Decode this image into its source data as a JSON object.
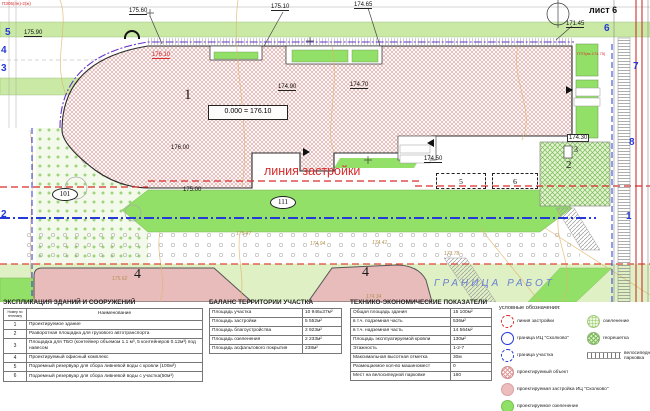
{
  "sheet": {
    "sheet_label": "лист 6",
    "corner_stamp": "ПЗ05(пн)-2(ж)"
  },
  "plan": {
    "building_line_text": "линия застройки",
    "work_boundary_text": "ГРАНИЦА  РАБОТ",
    "zero_mark": "0.000 = 176.10",
    "red_note": "ПТП(вх.174.75)",
    "axes_left": [
      "5",
      "4",
      "3",
      "2"
    ],
    "axes_right": [
      "6",
      "7",
      "8",
      "1"
    ],
    "elevations": [
      {
        "text": "175.90"
      },
      {
        "text": "175.60"
      },
      {
        "text": "175.10"
      },
      {
        "text": "174.65"
      },
      {
        "text": "171.45"
      },
      {
        "text": "176.10"
      },
      {
        "text": "174.90"
      },
      {
        "text": "174.70"
      },
      {
        "text": "176.00"
      },
      {
        "text": "175.00"
      },
      {
        "text": "174.50"
      },
      {
        "text": "174.30"
      }
    ],
    "contours": [
      "175.47",
      "175.62",
      "174.94",
      "174.41",
      "173.78",
      "174.34"
    ],
    "area_numbers": {
      "building": "1",
      "turning": "2",
      "tbo": "3",
      "office_a": "4",
      "office_b": "4",
      "reservoir_roof": "5",
      "reservoir_site": "6"
    },
    "point_101": "101",
    "point_111": "111"
  },
  "explication": {
    "title": "ЭКСПЛИКАЦИЯ ЗДАНИЙ И СООРУЖЕНИЙ",
    "col_num": "Номер по генплану",
    "col_name": "Наименование",
    "rows": [
      {
        "num": "1",
        "name": "Проектируемое здание"
      },
      {
        "num": "2",
        "name": "Разворотная площадка для грузового автотранспорта"
      },
      {
        "num": "3",
        "name": "Площадка для ТБО (контейнер объемом 1.1 м³, 5 контейнеров 0.12м³) под навесом"
      },
      {
        "num": "4",
        "name": "Проектируемый офисный комплекс"
      },
      {
        "num": "5",
        "name": "Подземный резервуар для сбора ливневой воды с кровли (100м³)"
      },
      {
        "num": "6",
        "name": "Подземный резервуар для сбора ливневой воды с участка(50м³)"
      }
    ]
  },
  "balance": {
    "title": "БАЛАНС ТЕРРИТОРИИ УЧАСТКА",
    "rows": [
      {
        "label": "Площадь участка",
        "value": "10 946±37м²"
      },
      {
        "label": "Площадь застройки",
        "value": "5 552м²"
      },
      {
        "label": "Площадь благоустройства",
        "value": "2 923м²"
      },
      {
        "label": "Площадь озеленения",
        "value": "2 233м²"
      },
      {
        "label": "Площадь асфальтового покрытия",
        "value": "238м²"
      }
    ]
  },
  "tep": {
    "title": "ТЕХНИКО-ЭКОНОМИЧЕСКИЕ ПОКАЗАТЕЛИ",
    "rows": [
      {
        "label": "Общая площадь здания",
        "value": "15 100м²"
      },
      {
        "label": "в т.ч. подземная часть",
        "value": "536м²"
      },
      {
        "label": "в т.ч. надземная часть",
        "value": "14 564м²"
      },
      {
        "label": "Площадь эксплуатируемой кровли",
        "value": "130м²"
      },
      {
        "label": "Этажность",
        "value": "1-2-7"
      },
      {
        "label": "Максимальная высотная отметка",
        "value": "30м"
      },
      {
        "label": "Размещаемое кол-во машиномест",
        "value": "0"
      },
      {
        "label": "Мест на велосипедной парковке",
        "value": "160"
      }
    ]
  },
  "legend": {
    "title": "условные обозначения:",
    "left": [
      {
        "label": "линия застройки"
      },
      {
        "label": "граница ИЦ \"Сколково\""
      },
      {
        "label": "граница участка"
      },
      {
        "label": "проектируемый объект"
      },
      {
        "label": "проектируемая застройка ИЦ \"Сколково\""
      },
      {
        "label": "проектируемое озеленение"
      }
    ],
    "right": [
      {
        "label": "озеленение"
      },
      {
        "label": "георешетка"
      },
      {
        "label": "велосипедная парковка"
      }
    ]
  },
  "colors": {
    "building_line_red": "#d92b2b",
    "boundary_blue": "#2538d8",
    "hatch_pink": "#dc9a9a",
    "greenery": "#8fe066"
  }
}
